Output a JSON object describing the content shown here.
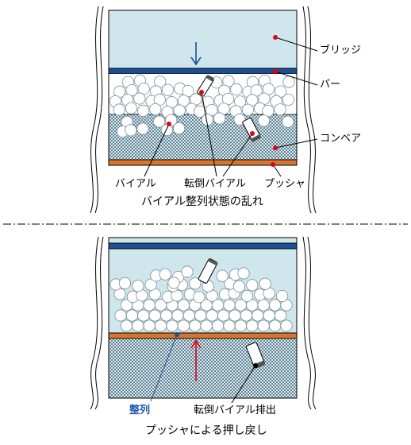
{
  "top_panel": {
    "labels": {
      "bridge": "ブリッジ",
      "bar": "バー",
      "conveyor": "コンベア",
      "pusher": "プッシャ",
      "vial": "バイアル",
      "fallen_vial": "転倒バイアル"
    },
    "caption": "バイアル整列状態の乱れ"
  },
  "bottom_panel": {
    "labels": {
      "aligned": "整列",
      "fallen_vial_discharge": "転倒バイアル排出"
    },
    "caption": "プッシャによる押し戻し"
  },
  "colors": {
    "bridge_fill": "#cfe6ec",
    "bar": "#1c4e94",
    "pusher": "#d6752b",
    "conveyor": "#6f93a4",
    "vial_fill": "#ffffff",
    "leader_dot": "#e1001a",
    "arrow_blue": "#1c4e94",
    "arrow_red": "#e1001a",
    "aligned_text": "#1f5bb5"
  }
}
